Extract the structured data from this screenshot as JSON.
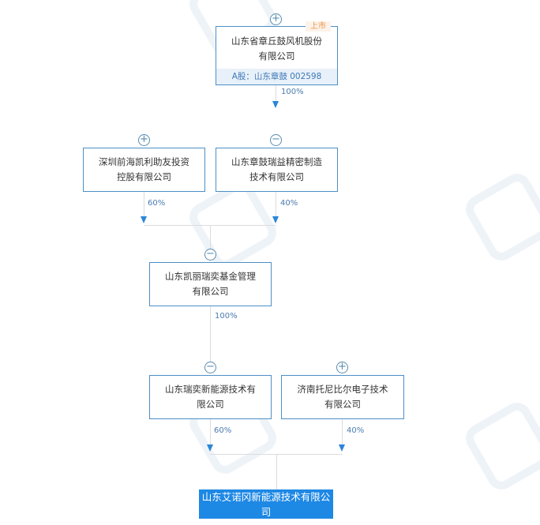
{
  "nodes": {
    "top": {
      "name": "山东省章丘鼓风机股份有限公司",
      "badge": "上市",
      "stock": "A股：山东章鼓 002598",
      "toggle": "+"
    },
    "shenzhen": {
      "name": "深圳前海凯利助友投资控股有限公司",
      "toggle": "+"
    },
    "zhanggu_ruiyi": {
      "name": "山东章鼓瑞益精密制造技术有限公司",
      "toggle": "−"
    },
    "kaili": {
      "name": "山东凯丽瑞奕基金管理有限公司",
      "toggle": "−"
    },
    "ruiyi_energy": {
      "name": "山东瑞奕新能源技术有限公司",
      "toggle": "−"
    },
    "jinan": {
      "name": "济南托尼比尔电子技术有限公司",
      "toggle": "+"
    },
    "target": {
      "name": "山东艾诺冈新能源技术有限公司"
    }
  },
  "edges": {
    "top_to_zhanggu": "100%",
    "shenzhen_to_kaili": "60%",
    "zhanggu_to_kaili": "40%",
    "kaili_to_ruiyi": "100%",
    "ruiyi_to_target": "60%",
    "jinan_to_target": "40%"
  }
}
